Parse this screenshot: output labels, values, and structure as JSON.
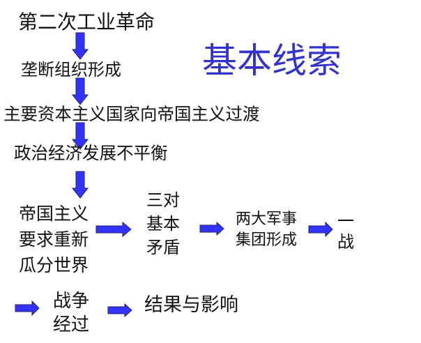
{
  "title": "基本线索",
  "title_color": "#3333cc",
  "arrow_color": "#3333ff",
  "flow": {
    "step1": "第二次工业革命",
    "step2": "垄断组织形成",
    "step3": "主要资本主义国家向帝国主义过渡",
    "step4": "政治经济发展不平衡",
    "step5": "帝国主义\n要求重新\n瓜分世界",
    "step6": "三对\n基本\n矛盾",
    "step7": "两大军事\n集团形成",
    "step8": "一\n战",
    "step9": "战争\n经过",
    "step10": "结果与影响"
  }
}
